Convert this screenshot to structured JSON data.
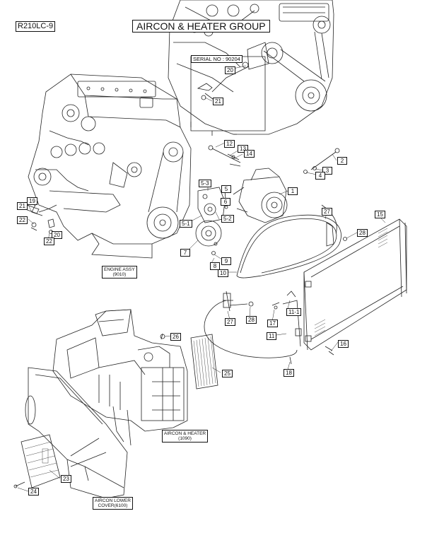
{
  "header": {
    "model": "R210LC-9",
    "title": "AIRCON & HEATER GROUP",
    "serial_note": "SERIAL NO : 90204"
  },
  "callouts": [
    "1",
    "2",
    "3",
    "4",
    "5",
    "5-1",
    "5-2",
    "5-3",
    "6",
    "7",
    "8",
    "9",
    "10",
    "11",
    "11-1",
    "12",
    "13",
    "14",
    "15",
    "16",
    "17",
    "18",
    "19",
    "20",
    "20",
    "21",
    "21",
    "22",
    "22",
    "23",
    "24",
    "25",
    "26",
    "27",
    "27",
    "28",
    "28"
  ],
  "assemblies": {
    "engine": {
      "line1": "ENGINE ASSY",
      "line2": "(9010)"
    },
    "aircon_heater": {
      "line1": "AIRCON & HEATER",
      "line2": "(1090)"
    },
    "lower_cover": {
      "line1": "AIRCON LOWER",
      "line2": "COVER(6100)"
    }
  }
}
